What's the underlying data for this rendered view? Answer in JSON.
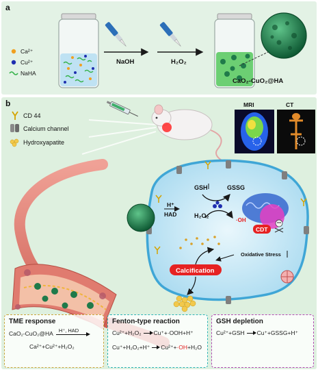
{
  "panel_a": {
    "label": "a",
    "legend": [
      {
        "text": "Ca²⁺",
        "color": "#f0a020"
      },
      {
        "text": "Cu²⁺",
        "color": "#1f2fb0"
      },
      {
        "text": "NaHA",
        "color": "#35b24a"
      }
    ],
    "step1_reagent": "NaOH",
    "step2_reagent": "H₂O₂",
    "product": "CaO₂-CuO₂@HA"
  },
  "panel_b": {
    "label": "b",
    "legend": [
      {
        "text": "CD 44",
        "icon": "cd44-icon"
      },
      {
        "text": "Calcium channel",
        "icon": "calcium-channel-icon"
      },
      {
        "text": "Hydroxyapatite",
        "icon": "hydroxyapatite-icon"
      }
    ],
    "imaging": [
      "MRI",
      "CT"
    ],
    "cell": {
      "gsh": "GSH",
      "gssg": "GSSG",
      "h_plus": "H⁺",
      "had": "HAD",
      "h2o2": "H₂O₂",
      "oh": "·OH",
      "cdt": "CDT",
      "oxidative_stress": "Oxidative Stress",
      "calcification": "Calcification"
    }
  },
  "boxes": {
    "tme": {
      "title": "TME response",
      "reactant": "CaO₂-CuO₂@HA",
      "condition": "H⁺, HAD",
      "products": "Ca²⁺+Cu²⁺+H₂O₂"
    },
    "fenton": {
      "title": "Fenton-type reaction",
      "line1_left": "Cu²⁺+H₂O₂",
      "line1_right": "Cu⁺+·OOH+H⁺",
      "line2_left": "Cu⁺+H₂O₂+H⁺",
      "line2_right_a": "Cu²⁺+",
      "line2_oh": "·OH",
      "line2_right_b": "+H₂O"
    },
    "gsh": {
      "title": "GSH depletion",
      "left": "Cu²⁺+GSH",
      "right": "Cu⁺+GSSG+H⁺"
    }
  },
  "colors": {
    "panel_a_bg": "#e3f2e5",
    "panel_b_bg": "#def0df",
    "cell_fill": "#cfe9f6",
    "cell_border": "#3fa6d6",
    "vessel": "#e07b6f",
    "nanoparticle": "#1f7a4a",
    "tme_border": "#c9a53a",
    "fenton_border": "#2bb3b3",
    "gsh_border": "#b04ab0",
    "cdt_red": "#e62222"
  }
}
